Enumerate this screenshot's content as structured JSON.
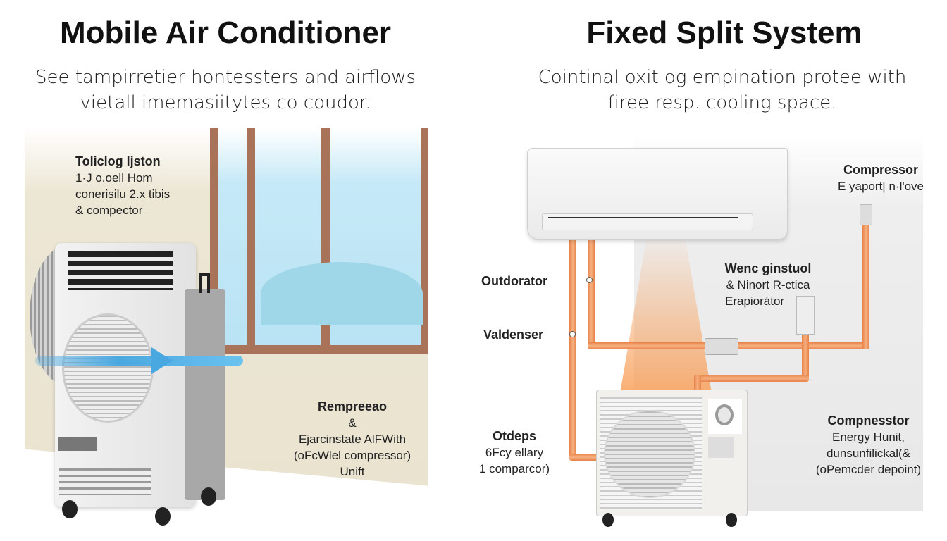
{
  "left": {
    "title": "Mobile Air Conditioner",
    "subtitle_line1": "See tampirretier hontessters and airflows",
    "subtitle_line2": "vietall imemasiitytes co coudor.",
    "label_top": {
      "heading": "Toliclog ljston",
      "lines": [
        "1·J o.oell Hom",
        "conerisilu 2.x tibis",
        "& compector"
      ]
    },
    "label_bottom": {
      "heading": "Rempreeao",
      "lines": [
        "&",
        "Ejarcinstate AlFWith",
        "(oFcWlel compressor)",
        "Unift"
      ]
    }
  },
  "right": {
    "title": "Fixed Split System",
    "subtitle_line1": "Cointinal oxit og empination protee with",
    "subtitle_line2": "firee resp. cooling space.",
    "label_compressor_top": {
      "heading": "Compressor",
      "lines": [
        "E yaport| n·l'ove"
      ]
    },
    "label_outdorator": {
      "heading": "Outdorator"
    },
    "label_valdenser": {
      "heading": "Valdenser"
    },
    "label_middle": {
      "heading": "Wenc ginstuol",
      "lines": [
        "& Ninort R-ctica",
        "Erapiorátor"
      ]
    },
    "label_otdeps": {
      "heading": "Otdeps",
      "lines": [
        "6Fcy ellary",
        "1 comparcor)"
      ]
    },
    "label_compressor_bottom": {
      "heading": "Compnesstor",
      "lines": [
        "Energy Hunit,",
        "dunsunfilickal(&",
        "(oPemcder depoint)"
      ]
    }
  },
  "colors": {
    "pipe": "#e8824a",
    "airflow": "#4aa8e0",
    "wall": "#ece6d4",
    "frame": "#a9735a",
    "sky": "#bfe6f5"
  }
}
